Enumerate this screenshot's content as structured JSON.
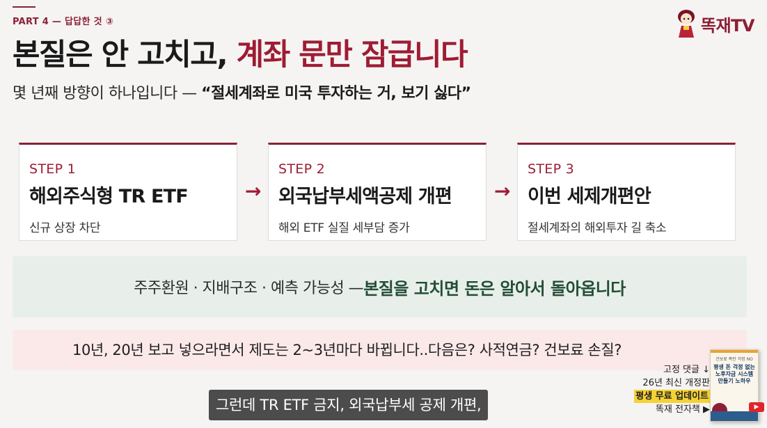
{
  "header": {
    "part_label": "PART 4 — 답답한 것 ③",
    "brand": "똑재TV"
  },
  "title": {
    "main": "본질은 안 고치고, ",
    "accent": "계좌 문만 잠급니다"
  },
  "subtitle": {
    "normal": "몇 년째 방향이 하나입니다 — ",
    "quote": "“절세계좌로 미국 투자하는 거, 보기 싫다”"
  },
  "steps": [
    {
      "step": "STEP 1",
      "title": "해외주식형 TR ETF",
      "desc": "신규 상장 차단"
    },
    {
      "step": "STEP 2",
      "title": "외국납부세액공제 개편",
      "desc": "해외 ETF 실질 세부담 증가"
    },
    {
      "step": "STEP 3",
      "title": "이번 세제개편안",
      "desc": "절세계좌의 해외투자 길 축소"
    }
  ],
  "arrow_glyph": "→",
  "summary": {
    "normal": "주주환원 · 지배구조 · 예측 가능성 — ",
    "bold": "본질을 고치면 돈은 알아서 돌아옵니다"
  },
  "note": "10년, 20년 보고 넣으라면서 제도는 2~3년마다 바뀝니다..다음은? 사적연금? 건보료 손질?",
  "caption": "그런데 TR ETF 금지, 외국납부세 공제 개편,",
  "promo": {
    "line1": "고정 댓글 ↓",
    "line2": "26년 최신 개정판",
    "line3": "평생 무료 업데이트",
    "line4": "똑재 전자책 ▶"
  },
  "book": {
    "top": "건보료 폭탄 걱정 NO",
    "title": "평생 돈 걱정 없는 노후자금 시스템 만들기 노하우"
  },
  "colors": {
    "accent": "#9e1c33",
    "green_bg": "#e8efeb",
    "pink_bg": "#fbe9ea",
    "promo_highlight": "#f4d235"
  }
}
